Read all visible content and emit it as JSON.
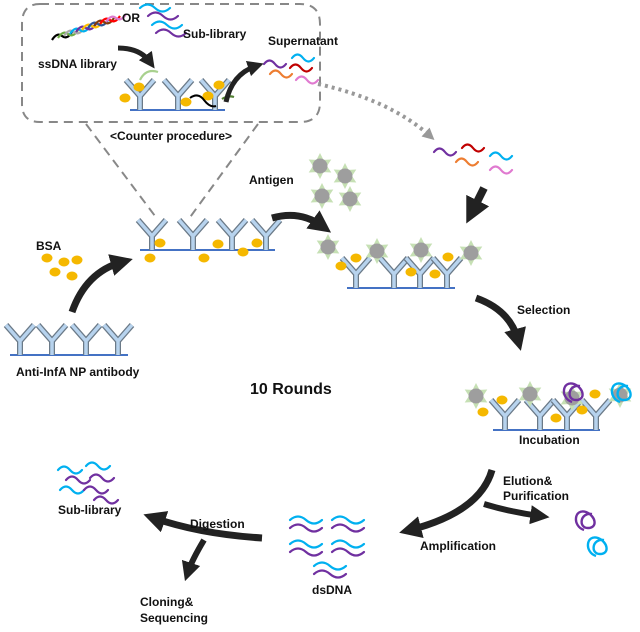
{
  "labels": {
    "or": "OR",
    "sub_library_top": "Sub-library",
    "ssdna_library": "ssDNA library",
    "supernatant": "Supernatant",
    "counter_procedure": "<Counter procedure>",
    "antigen": "Antigen",
    "bsa": "BSA",
    "antibody": "Anti-InfA NP antibody",
    "rounds": "10 Rounds",
    "selection": "Selection",
    "incubation": "Incubation",
    "elution_1": "Elution&",
    "elution_2": "Purification",
    "sub_library_bottom": "Sub-library",
    "digestion": "Digestion",
    "amplification": "Amplification",
    "dsdna": "dsDNA",
    "cloning_1": "Cloning&",
    "cloning_2": "Sequencing"
  },
  "colors": {
    "antibody_fill": "#b7d3ee",
    "antibody_outline": "#6b7a88",
    "surface": "#4472c4",
    "bsa": "#f5b800",
    "antigen_core": "#9e9e9e",
    "antigen_star": "#c6e0b4",
    "arrow": "#222222",
    "dashed": "#808080",
    "strand_purple": "#7030a0",
    "strand_cyan": "#00b0f0",
    "strand_red": "#c00000",
    "strand_orange": "#ed7d31",
    "strand_pink": "#e07ad0",
    "strand_green": "#70ad47"
  }
}
